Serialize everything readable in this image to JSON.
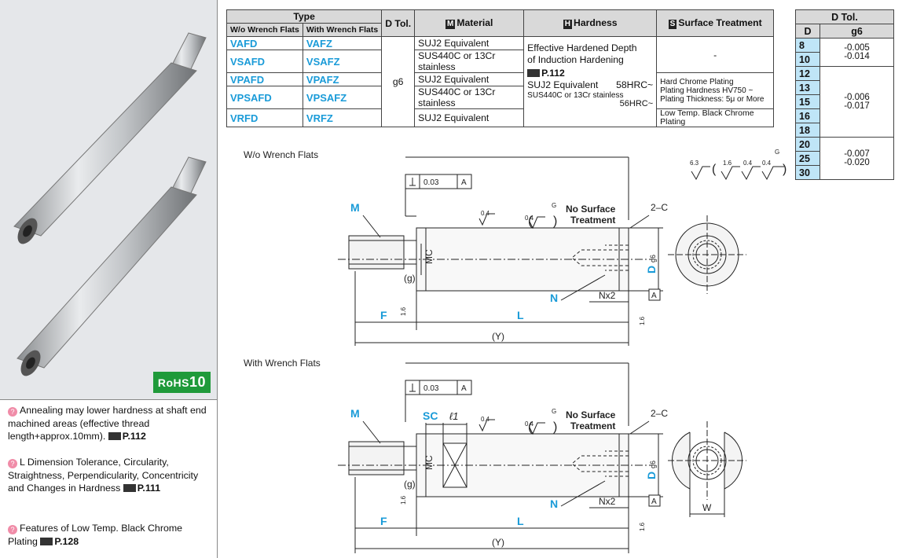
{
  "rohs": {
    "text": "RoHS",
    "number": "10"
  },
  "notes": [
    {
      "text": "Annealing may lower hardness at shaft end machined areas (effective thread length+approx.10mm).",
      "ref": "P.112"
    },
    {
      "text": "L Dimension Tolerance, Circularity, Straightness, Perpendicularity, Concentricity and Changes in Hardness",
      "ref": "P.111"
    },
    {
      "text": "Features of Low Temp. Black Chrome Plating",
      "ref": "P.128"
    }
  ],
  "spec": {
    "header_type": "Type",
    "header_wo": "W/o Wrench Flats",
    "header_with": "With Wrench Flats",
    "header_dtol": "D Tol.",
    "header_material": "Material",
    "header_hardness": "Hardness",
    "header_surface": "Surface Treatment",
    "material_icon": "M",
    "hardness_icon": "H",
    "surface_icon": "S",
    "rows": [
      {
        "wo": "VAFD",
        "with": "VAFZ",
        "material": "SUJ2 Equivalent"
      },
      {
        "wo": "VSAFD",
        "with": "VSAFZ",
        "material": "SUS440C or 13Cr stainless"
      },
      {
        "wo": "VPAFD",
        "with": "VPAFZ",
        "material": "SUJ2 Equivalent"
      },
      {
        "wo": "VPSAFD",
        "with": "VPSAFZ",
        "material": "SUS440C or 13Cr stainless"
      },
      {
        "wo": "VRFD",
        "with": "VRFZ",
        "material": "SUJ2 Equivalent"
      }
    ],
    "dtol": "g6",
    "hardness_line1": "Effective Hardened Depth",
    "hardness_line2": "of Induction Hardening",
    "hardness_ref": "P.112",
    "hardness_suj2": "SUJ2 Equivalent",
    "hardness_suj2_val": "58HRC~",
    "hardness_sus": "SUS440C or 13Cr stainless",
    "hardness_sus_val": "56HRC~",
    "surface_none": "-",
    "surface_hard1": "Hard Chrome Plating",
    "surface_hard2": "Plating Hardness HV750 ~",
    "surface_hard3": "Plating Thickness: 5μ or More",
    "surface_low": "Low Temp. Black Chrome Plating"
  },
  "tol": {
    "title": "D Tol.",
    "col_d": "D",
    "col_g6": "g6",
    "groups": [
      {
        "d": [
          "8",
          "10"
        ],
        "upper": "-0.005",
        "lower": "-0.014"
      },
      {
        "d": [
          "12",
          "13",
          "15",
          "16",
          "18"
        ],
        "upper": "-0.006",
        "lower": "-0.017"
      },
      {
        "d": [
          "20",
          "25",
          "30"
        ],
        "upper": "-0.007",
        "lower": "-0.020"
      }
    ]
  },
  "drawing": {
    "wo_label": "W/o Wrench Flats",
    "with_label": "With Wrench Flats",
    "perp_tol": "0.03",
    "datum": "A",
    "no_surface1": "No Surface",
    "no_surface2": "Treatment",
    "chamfer": "2–C",
    "m": "M",
    "mc": "MC",
    "g": "(g)",
    "f": "F",
    "l": "L",
    "y": "(Y)",
    "n": "N",
    "nx2": "Nx2",
    "d": "D",
    "d_sub": "g6",
    "sc": "SC",
    "l1": "ℓ1",
    "w": "W",
    "rough_04": "0.4",
    "rough_16": "1.6",
    "rough_63": "6.3",
    "rough_g": "G"
  }
}
